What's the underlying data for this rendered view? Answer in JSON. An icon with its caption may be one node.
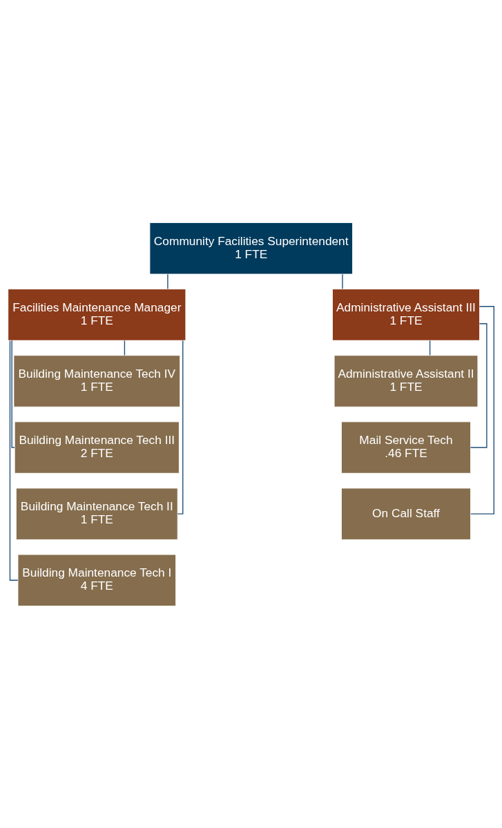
{
  "diagram": {
    "nodes": [
      {
        "text": [
          "Community Facilities Superintendent",
          "1 FTE"
        ]
      },
      {
        "text": [
          "Facilities Maintenance Manager",
          "1 FTE"
        ]
      },
      {
        "text": [
          "Administrative Assistant III",
          "1 FTE"
        ]
      },
      {
        "text": [
          "Building Maintenance Tech IV",
          "1 FTE"
        ]
      },
      {
        "text": [
          "Building Maintenance Tech III",
          "2 FTE"
        ]
      },
      {
        "text": [
          "Building Maintenance Tech II",
          "1 FTE"
        ]
      },
      {
        "text": [
          "Building Maintenance Tech I",
          "4 FTE"
        ]
      },
      {
        "text": [
          "Administrative Assistant II",
          "1 FTE"
        ]
      },
      {
        "text": [
          "Mail Service Tech",
          ".46 FTE"
        ]
      },
      {
        "text": [
          "On Call Staff"
        ]
      }
    ],
    "edges": [
      {
        "from": 0,
        "to": 1,
        "arrow": "none"
      },
      {
        "from": 0,
        "to": 2,
        "arrow": "none"
      },
      {
        "from": 1,
        "to": 3,
        "arrow": "none"
      },
      {
        "from": 1,
        "to": 4,
        "arrow": "none"
      },
      {
        "from": 1,
        "to": 5,
        "arrow": "none"
      },
      {
        "from": 1,
        "to": 6,
        "arrow": "none"
      },
      {
        "from": 2,
        "to": 7,
        "arrow": "none"
      },
      {
        "from": 2,
        "to": 8,
        "arrow": "none"
      },
      {
        "from": 2,
        "to": 9,
        "arrow": "none"
      }
    ]
  }
}
